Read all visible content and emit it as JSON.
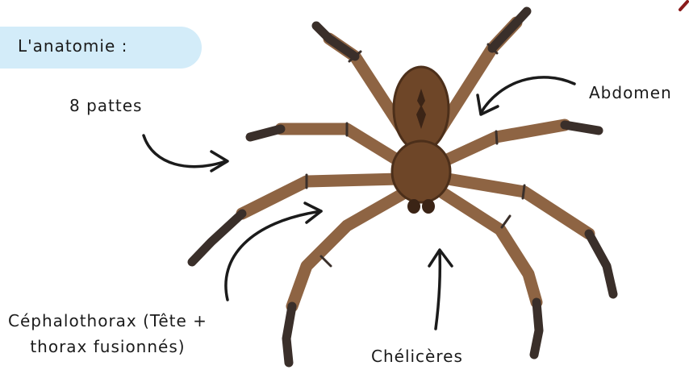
{
  "title": "L'anatomie :",
  "labels": {
    "pattes": "8 pattes",
    "abdomen": "Abdomen",
    "cephalothorax_line1": "Céphalothorax (Tête +",
    "cephalothorax_line2": "thorax fusionnés)",
    "chelicere": "Chélicères"
  },
  "colors": {
    "title_pill": "#d3ecf9",
    "leg_brown": "#8e6443",
    "leg_tip": "#3a2f2a",
    "body_brown": "#6e4628",
    "body_dark": "#3b2416",
    "text": "#1b1b1b"
  }
}
